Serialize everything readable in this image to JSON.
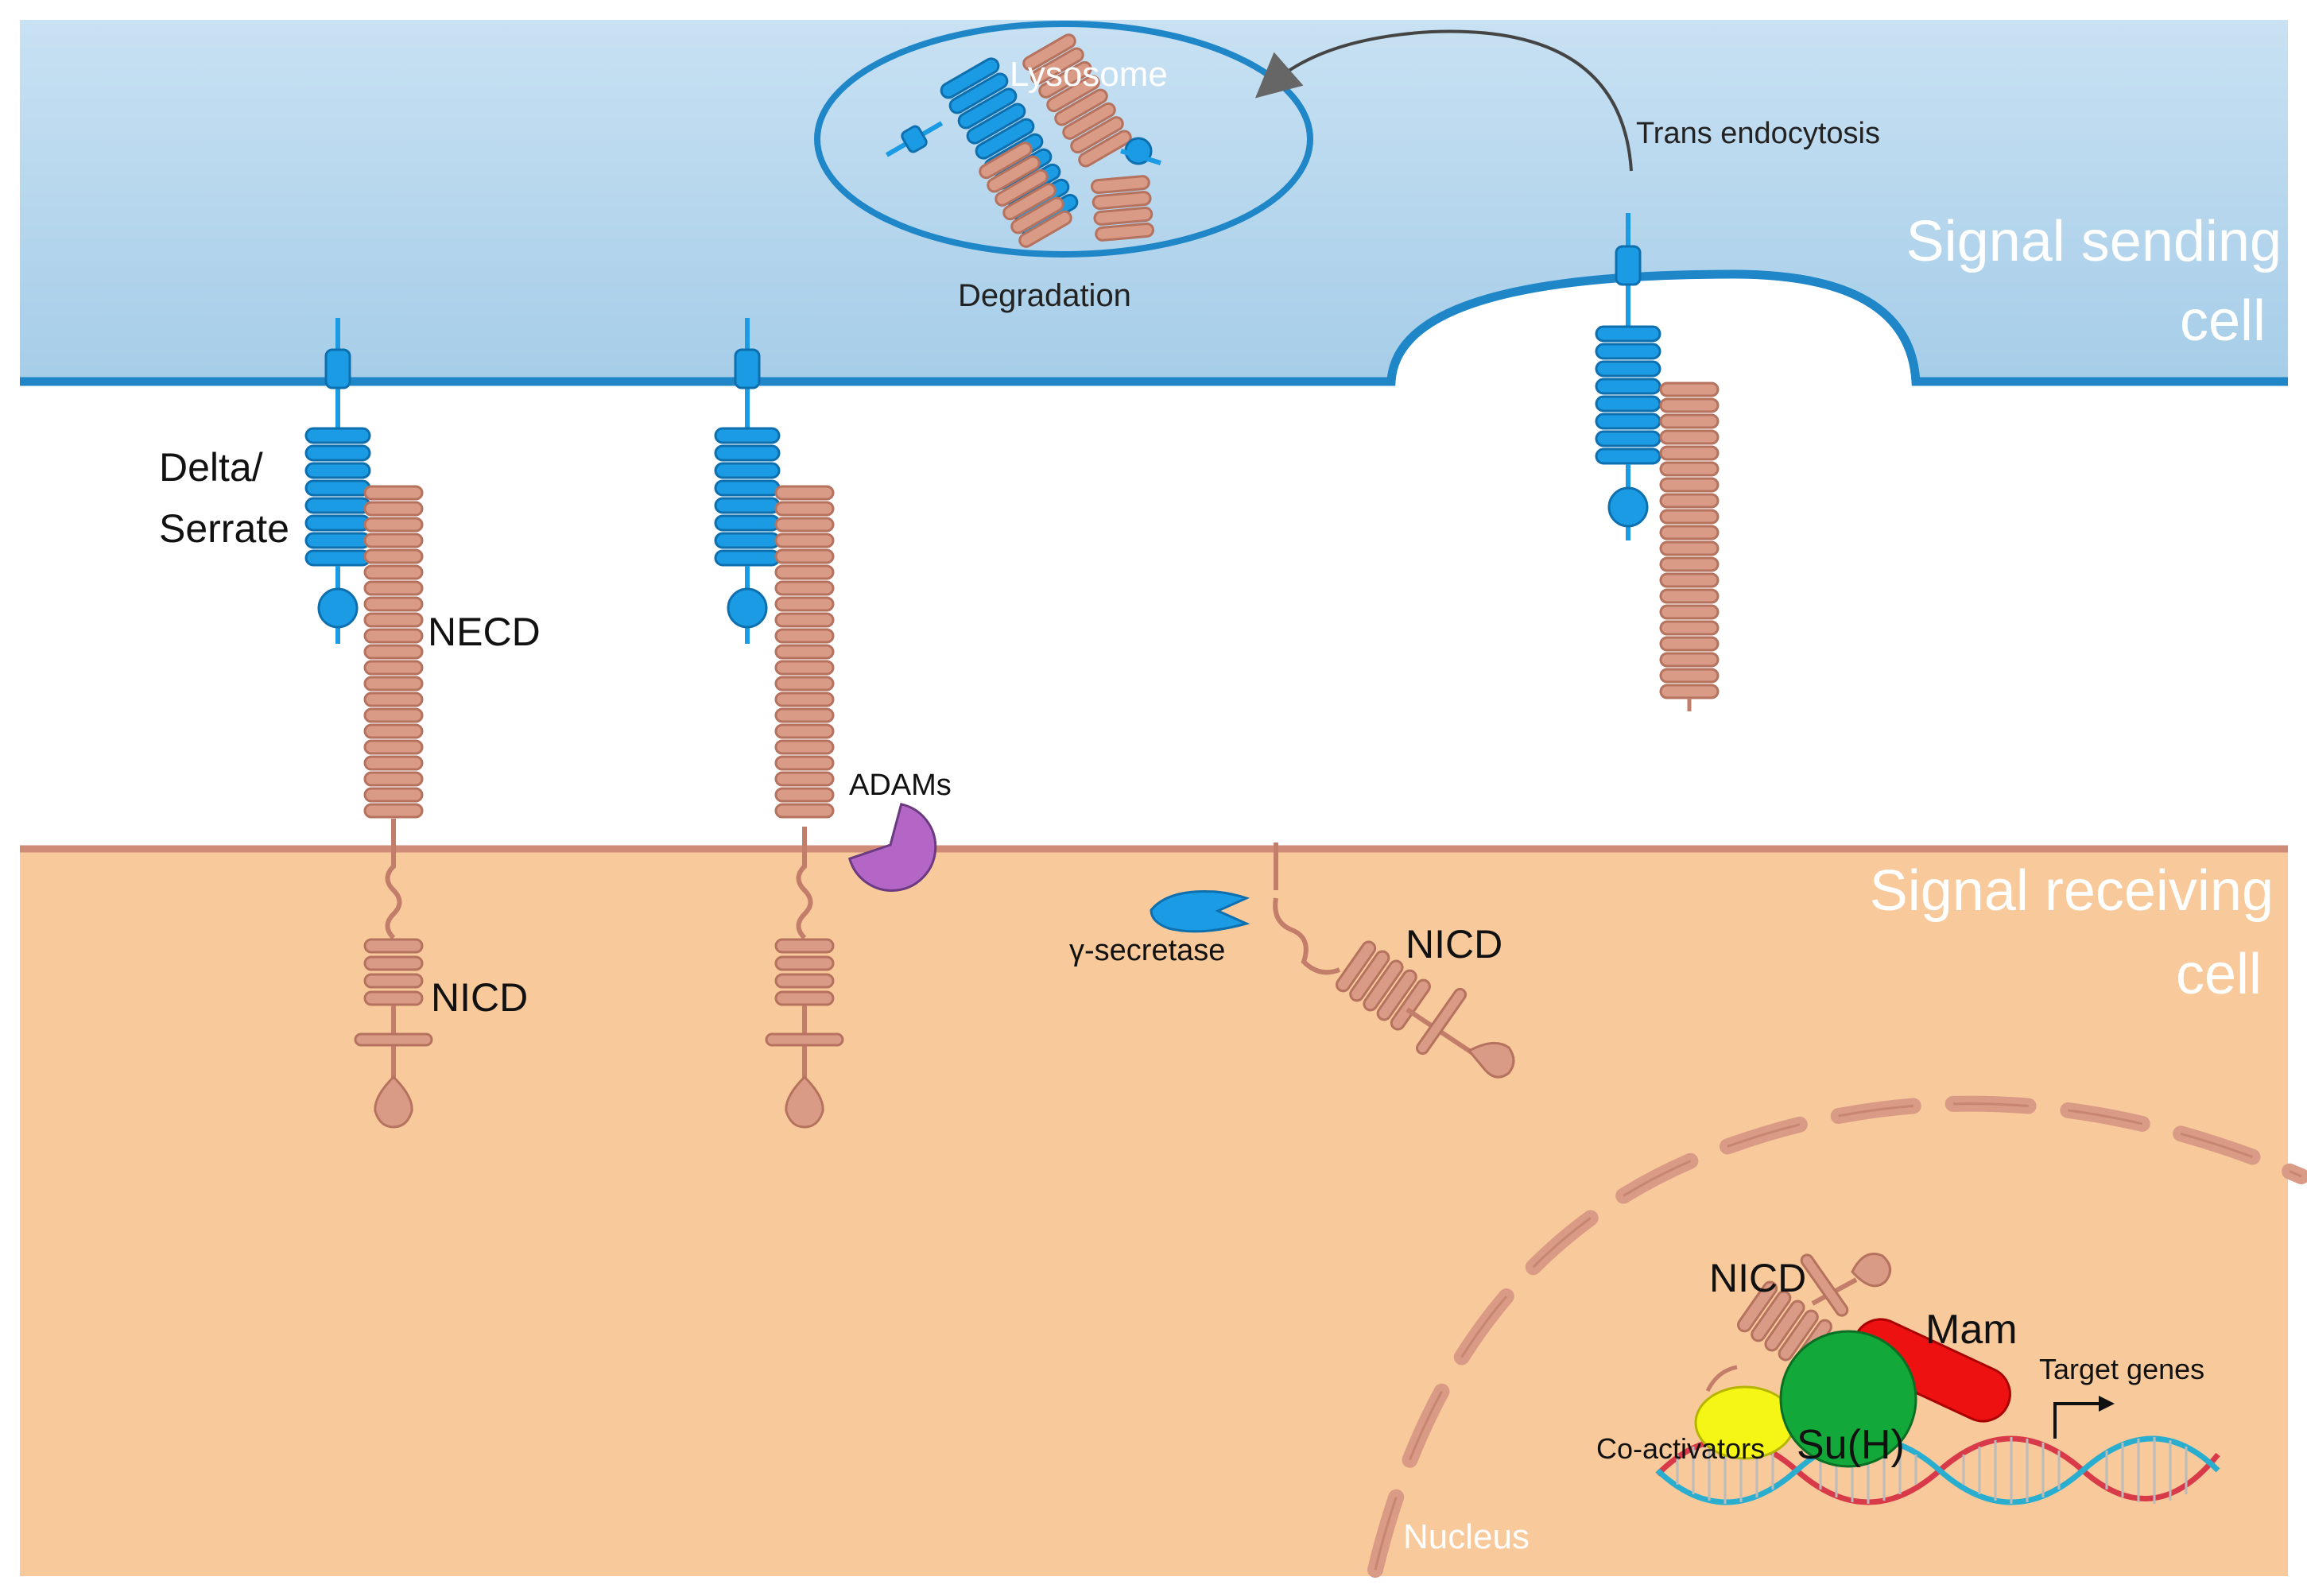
{
  "labels": {
    "lysosome": "Lysosome",
    "degradation": "Degradation",
    "trans_endocytosis": "Trans endocytosis",
    "signal_sending_line1": "Signal sending",
    "signal_sending_line2": "cell",
    "signal_receiving_line1": "Signal receiving",
    "signal_receiving_line2": "cell",
    "delta_line1": "Delta/",
    "delta_line2": "Serrate",
    "necd": "NECD",
    "nicd_1": "NICD",
    "adams": "ADAMs",
    "gamma_secretase": "γ-secretase",
    "nicd_released": "NICD",
    "nicd_nucleus": "NICD",
    "mam": "Mam",
    "target_genes": "Target genes",
    "co_activators": "Co-activators",
    "suh": "Su(H)",
    "nucleus": "Nucleus"
  },
  "colors": {
    "sending_cell_top": "#c6e0f2",
    "sending_cell_bottom": "#a8cfe9",
    "membrane_blue": "#1f86c8",
    "delta_blue": "#1a9be3",
    "notch_salmon": "#d99a86",
    "notch_stroke": "#b5725e",
    "receiving_cell": "#f8c99a",
    "receiving_membrane": "#d08a78",
    "adams_purple": "#b366c6",
    "mam_red": "#ee1111",
    "suh_green": "#12a83a",
    "coactivator_yellow": "#f5f516",
    "dna_red": "#d83a4a",
    "dna_blue": "#2aaed0"
  }
}
